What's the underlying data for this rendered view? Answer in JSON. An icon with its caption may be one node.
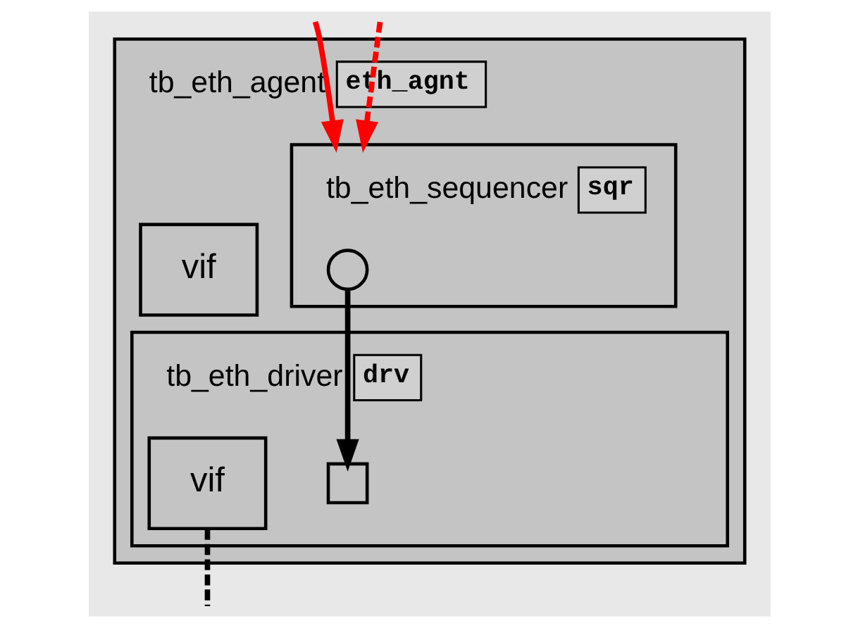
{
  "diagram": {
    "nodes": [
      {
        "text": [
          "tb_eth_agent"
        ],
        "beside": [
          "eth_agnt"
        ]
      },
      {
        "text": [
          "vif"
        ],
        "in": 0
      },
      {
        "text": [
          "tb_eth_sequencer"
        ],
        "beside": [
          "sqr"
        ],
        "in": 0
      },
      {
        "text": [],
        "shape": "circle",
        "in": 2
      },
      {
        "text": [
          "tb_eth_driver"
        ],
        "beside": [
          "drv"
        ],
        "in": 0
      },
      {
        "text": [],
        "shape": "box",
        "in": 4
      },
      {
        "text": [
          "vif"
        ],
        "in": 4
      }
    ],
    "edges": [
      {
        "from": null,
        "to": 2,
        "arrow": "to",
        "color": "#ff0000"
      },
      {
        "from": null,
        "to": 2,
        "arrow": "to",
        "color": "#ff0000",
        "style": "dashed"
      },
      {
        "from": 3,
        "to": 5,
        "arrow": "to",
        "color": "#000000"
      },
      {
        "from": 6,
        "to": null,
        "arrow": "none",
        "style": "dashed",
        "color": "#000000"
      }
    ]
  }
}
